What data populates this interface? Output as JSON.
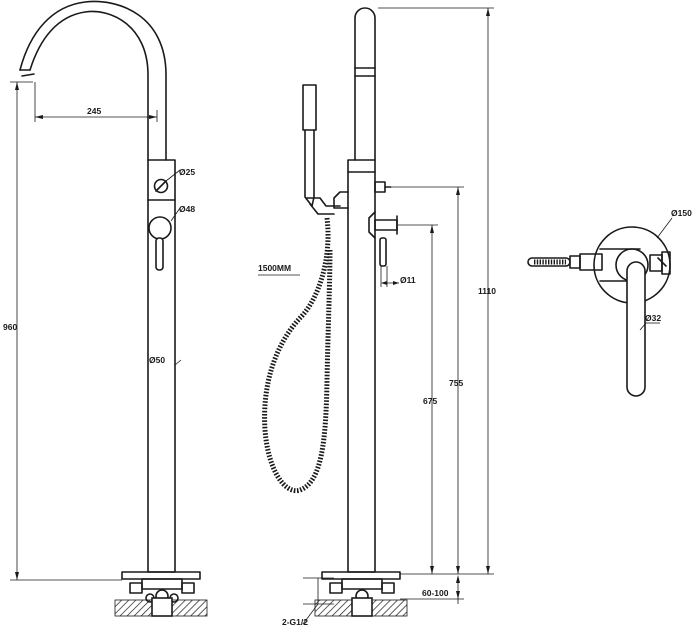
{
  "dimensions": {
    "spout_reach": "245",
    "diameter_25": "Ø25",
    "diameter_48": "Ø48",
    "diameter_50": "Ø50",
    "overall_height_front": "960",
    "hose_length": "1500MM",
    "diameter_11": "Ø11",
    "overall_height_side": "1110",
    "height_755": "755",
    "height_675": "675",
    "base_clearance": "60-100",
    "inlet_thread": "2-G1/2",
    "diameter_150": "Ø150",
    "diameter_32": "Ø32"
  }
}
